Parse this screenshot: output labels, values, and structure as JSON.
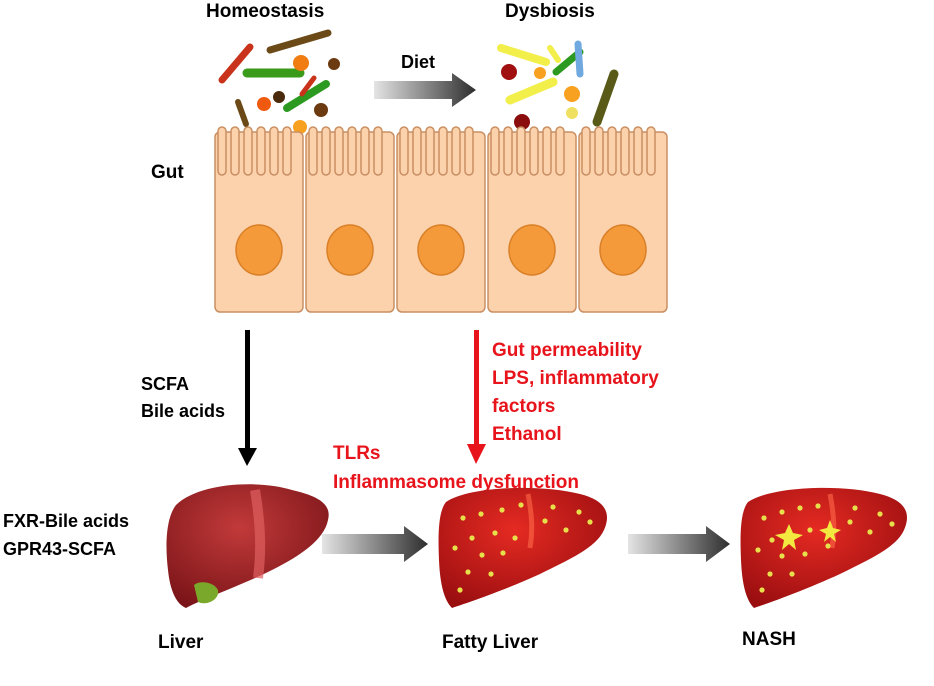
{
  "labels": {
    "homeostasis": "Homeostasis",
    "dysbiosis": "Dysbiosis",
    "diet": "Diet",
    "gut": "Gut",
    "scfa": "SCFA",
    "bile_acids": "Bile acids",
    "gut_effects": [
      "Gut permeability",
      "LPS, inflammatory",
      "factors",
      "Ethanol"
    ],
    "tlrs": "TLRs",
    "inflammasome": "Inflammasome dysfunction",
    "fxr": "FXR-Bile acids",
    "gpr43": "GPR43-SCFA",
    "liver": "Liver",
    "fatty_liver": "Fatty Liver",
    "nash": "NASH"
  },
  "colors": {
    "red_text": "#e8141c",
    "cell_fill": "#fcd2ad",
    "nucleus": "#f49a3a",
    "liver": "#b0202a",
    "fatty_liver": "#c81818",
    "fat_dot": "#e8e04a"
  }
}
